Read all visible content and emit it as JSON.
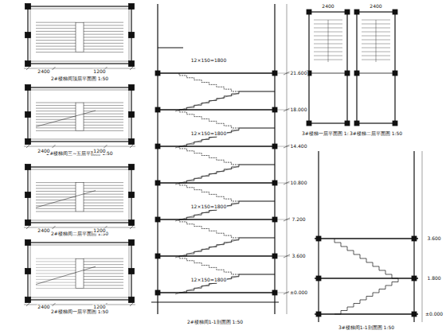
{
  "diagram": {
    "labels": [
      "2#楼梯间顶层平面图 1:50",
      "2#楼梯间三~五层平面图 1:50",
      "2#楼梯间二层平面图 1:50",
      "2#楼梯间一层平面图 1:50",
      "2#楼梯间1-1剖面图 1:50",
      "3#楼梯一层平面图 1:50",
      "3#楼梯二层平面图 1:50",
      "3#楼梯间1-1剖面图 1:50",
      "2400",
      "1200",
      "2400",
      "1200",
      "2400",
      "1200",
      "2400",
      "1200",
      "±0.000",
      "3.600",
      "7.200",
      "10.800",
      "14.400",
      "18.000",
      "21.600",
      "12×150=1800",
      "12×150=1800",
      "12×150=1800",
      "12×150=1800",
      "2400",
      "2400",
      "±0.000",
      "1.800",
      "3.600"
    ]
  }
}
